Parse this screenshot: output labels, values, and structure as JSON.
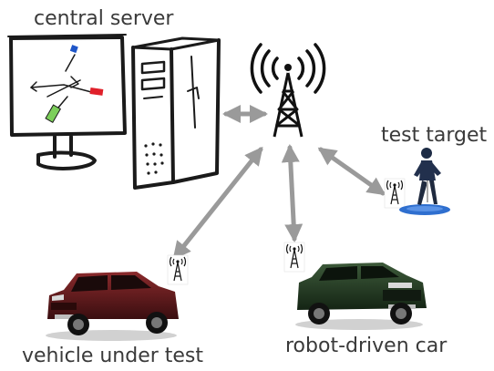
{
  "labels": {
    "central_server": "central server",
    "test_target": "test target",
    "vehicle_under_test": "vehicle under test",
    "robot_driven_car": "robot-driven car"
  },
  "colors": {
    "arrow": "#9a9a9a",
    "sketch": "#1a1a1a",
    "vehicle_under_test_body": "#5a1a1c",
    "robot_car_body": "#223a22",
    "target_platform": "#2f6fcf",
    "screen_marker_blue": "#1f56c8",
    "screen_marker_red": "#e0202a",
    "screen_marker_green": "#7ccf5a"
  },
  "icons": {
    "tower": "radio-tower-icon",
    "antenna": "antenna-icon",
    "monitor": "monitor-icon",
    "pc_case": "computer-tower-icon",
    "pedestrian": "pedestrian-dummy-icon",
    "car": "suv-car-icon"
  }
}
